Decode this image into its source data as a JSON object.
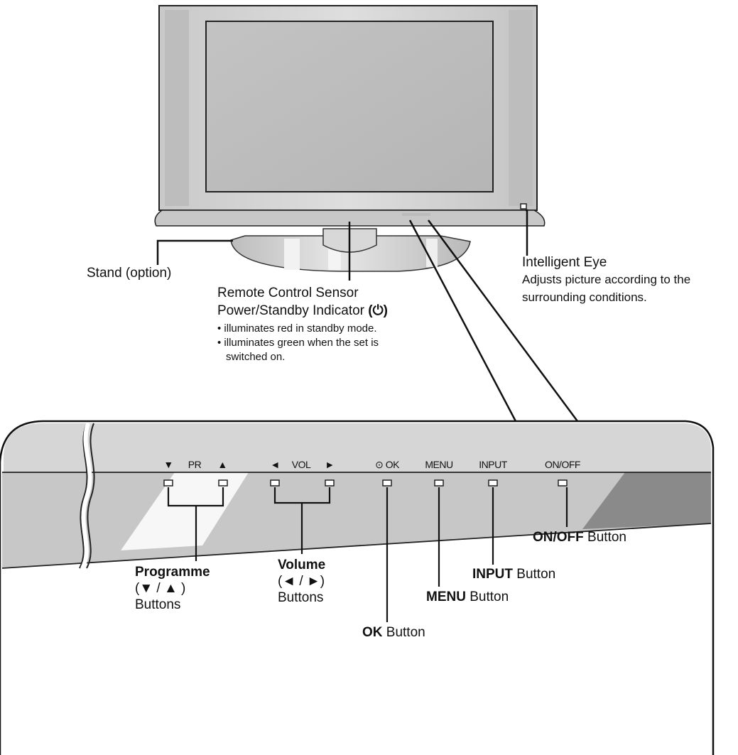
{
  "tv_labels": {
    "stand": "Stand (option)",
    "remote_sensor": "Remote Control Sensor",
    "power_indicator": "Power/Standby Indicator",
    "power_symbol": "(⏻)",
    "indicator_notes": [
      "• illuminates red in standby mode.",
      "• illuminates green when the set is",
      "switched on."
    ],
    "intelligent_eye_title": "Intelligent Eye",
    "intelligent_eye_desc": [
      "Adjusts picture according to the",
      "surrounding conditions."
    ]
  },
  "panel_labels": {
    "pr_down": "▼",
    "pr": "PR",
    "pr_up": "▲",
    "vol_left": "◄",
    "vol": "VOL",
    "vol_right": "►",
    "ok": "⊙ OK",
    "menu": "MENU",
    "input": "INPUT",
    "onoff": "ON/OFF"
  },
  "callouts": {
    "programme": {
      "bold": "Programme",
      "line2": "(▼ / ▲ )",
      "line3": "Buttons"
    },
    "volume": {
      "bold": "Volume",
      "line2": "(◄ / ►)",
      "line3": "Buttons"
    },
    "ok": {
      "bold": "OK",
      "rest": " Button"
    },
    "menu": {
      "bold": "MENU",
      "rest": " Button"
    },
    "input": {
      "bold": "INPUT",
      "rest": " Button"
    },
    "onoff": {
      "bold": "ON/OFF",
      "rest": " Button"
    }
  }
}
